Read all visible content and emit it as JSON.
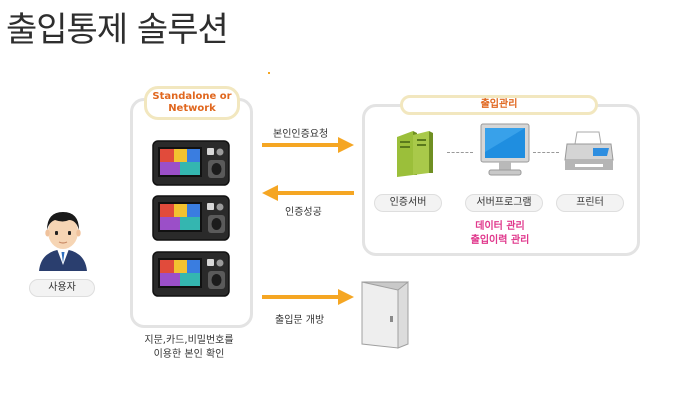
{
  "title": "출입통제 솔루션",
  "user": {
    "label": "사용자"
  },
  "terminal_panel": {
    "header_line1": "Standalone or",
    "header_line2": "Network",
    "caption_line1": "지문,카드,비밀번호를",
    "caption_line2": "이용한 본인 확인"
  },
  "arrows": {
    "request": "본인인증요청",
    "success": "인증성공",
    "door_open": "출입문 개방"
  },
  "management": {
    "header": "출입관리",
    "items": [
      "인증서버",
      "서버프로그램",
      "프린터"
    ],
    "note_line1": "데이터 관리",
    "note_line2": "출입이력 관리"
  },
  "colors": {
    "accent_orange": "#f5a623",
    "header_orange": "#e0671f",
    "note_pink": "#e0388c",
    "panel_border": "#e3e3e3"
  }
}
